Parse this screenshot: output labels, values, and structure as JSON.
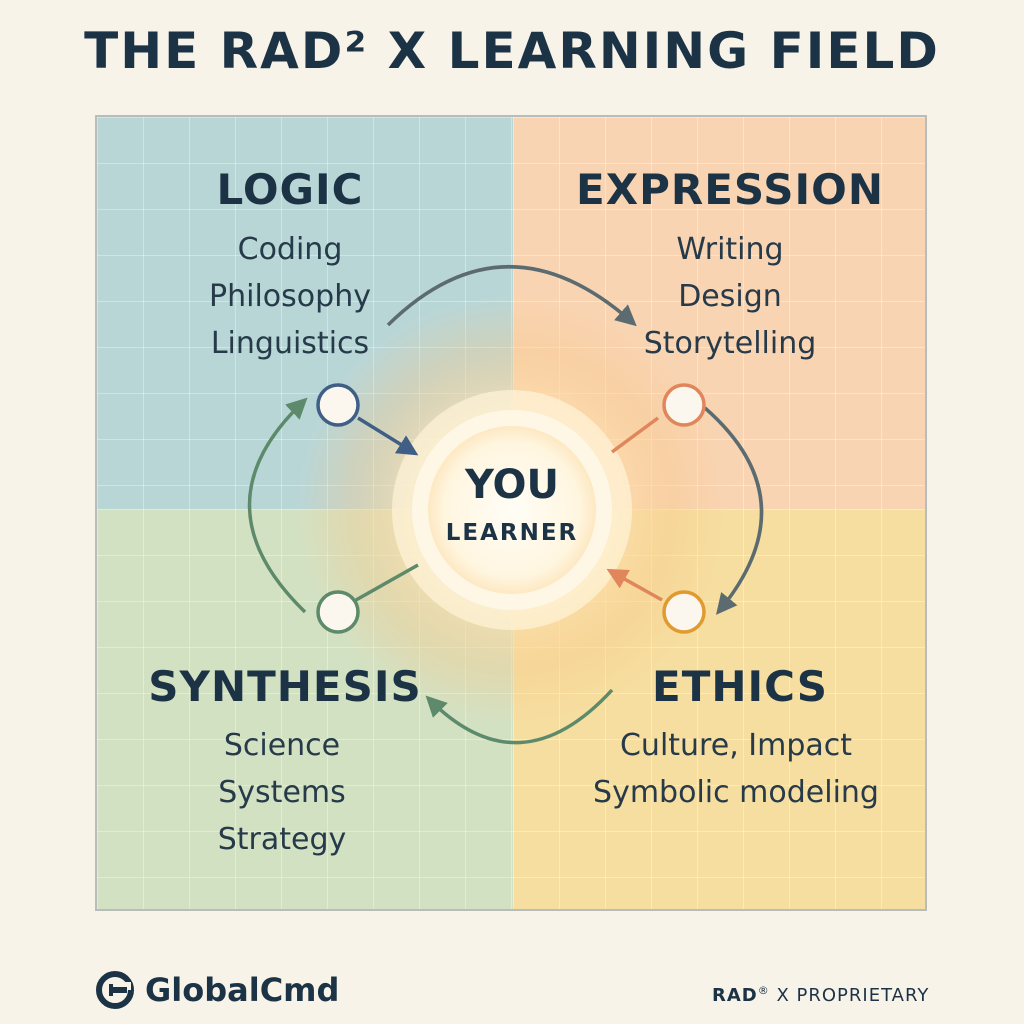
{
  "title": "THE RAD² X LEARNING FIELD",
  "center": {
    "title": "YOU",
    "subtitle": "LEARNER"
  },
  "quadrants": [
    {
      "name": "LOGIC",
      "items": [
        "Coding",
        "Philosophy",
        "Linguistics"
      ],
      "color": "#b9d6d7",
      "node_color": "#3f5f86"
    },
    {
      "name": "EXPRESSION",
      "items": [
        "Writing",
        "Design",
        "Storytelling"
      ],
      "color": "#f9d4b2",
      "node_color": "#e0865a"
    },
    {
      "name": "SYNTHESIS",
      "items": [
        "Science",
        "Systems",
        "Strategy"
      ],
      "color": "#d3e1c3",
      "node_color": "#5c8a6a"
    },
    {
      "name": "ETHICS",
      "items": [
        "Culture, Impact",
        "Symbolic modeling"
      ],
      "color": "#f6dea0",
      "node_color": "#e09a30"
    }
  ],
  "footer": {
    "brand": "GlobalCmd",
    "logo_letter": "G",
    "tag_bold": "RAD",
    "tag_sup": "®",
    "tag_rest": " X PROPRIETARY"
  }
}
